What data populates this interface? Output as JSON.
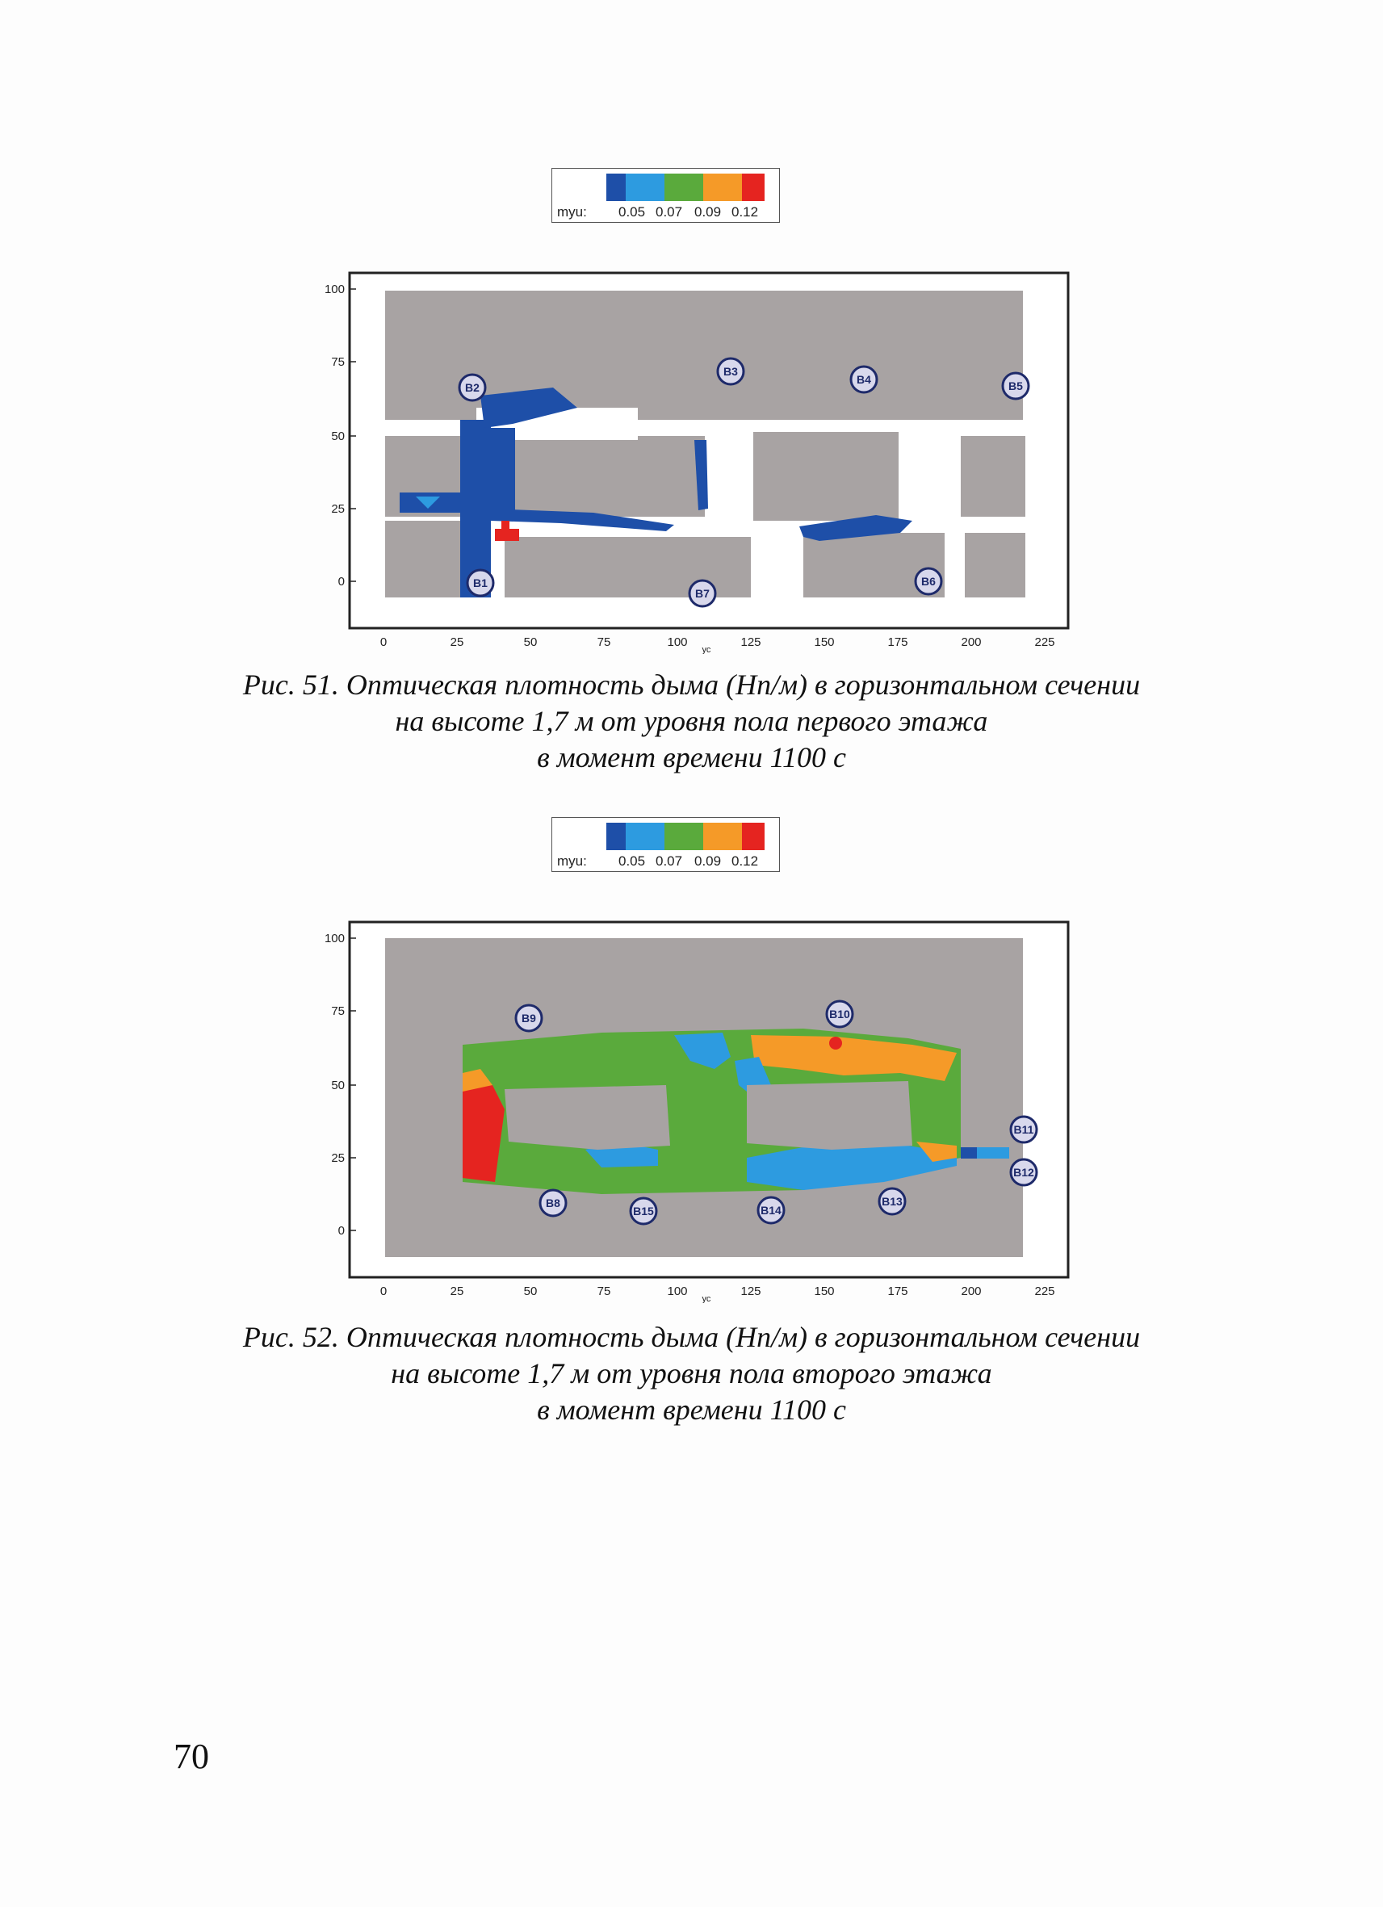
{
  "figures": [
    {
      "legend": {
        "label": "myu:",
        "ticks": [
          "0.05",
          "0.07",
          "0.09",
          "0.12"
        ]
      },
      "axes": {
        "yticks": [
          "100",
          "75",
          "50",
          "25",
          "0"
        ],
        "xticks": [
          "0",
          "25",
          "50",
          "75",
          "100",
          "125",
          "150",
          "175",
          "200",
          "225"
        ],
        "xlabel": "ус"
      },
      "markers": [
        "B1",
        "B2",
        "B3",
        "B4",
        "B5",
        "B6",
        "B7"
      ],
      "caption": [
        "Рис. 51. Оптическая плотность дыма (Нп/м) в горизонтальном сечении",
        "на высоте 1,7 м от уровня пола первого этажа",
        "в момент времени 1100 с"
      ]
    },
    {
      "legend": {
        "label": "myu:",
        "ticks": [
          "0.05",
          "0.07",
          "0.09",
          "0.12"
        ]
      },
      "axes": {
        "yticks": [
          "100",
          "75",
          "50",
          "25",
          "0"
        ],
        "xticks": [
          "0",
          "25",
          "50",
          "75",
          "100",
          "125",
          "150",
          "175",
          "200",
          "225"
        ],
        "xlabel": "ус"
      },
      "markers": [
        "B8",
        "B9",
        "B10",
        "B11",
        "B12",
        "B13",
        "B14",
        "B15"
      ],
      "caption": [
        "Рис. 52. Оптическая плотность дыма (Нп/м) в горизонтальном сечении",
        "на высоте 1,7 м от уровня пола второго этажа",
        "в момент времени 1100 с"
      ]
    }
  ],
  "colors": {
    "c1": "#1e4fa8",
    "c2": "#2d9be0",
    "c3": "#5aaa3c",
    "c4": "#f59a28",
    "c5": "#e52420",
    "wall": "#a8a3a3"
  },
  "page_number": "70"
}
